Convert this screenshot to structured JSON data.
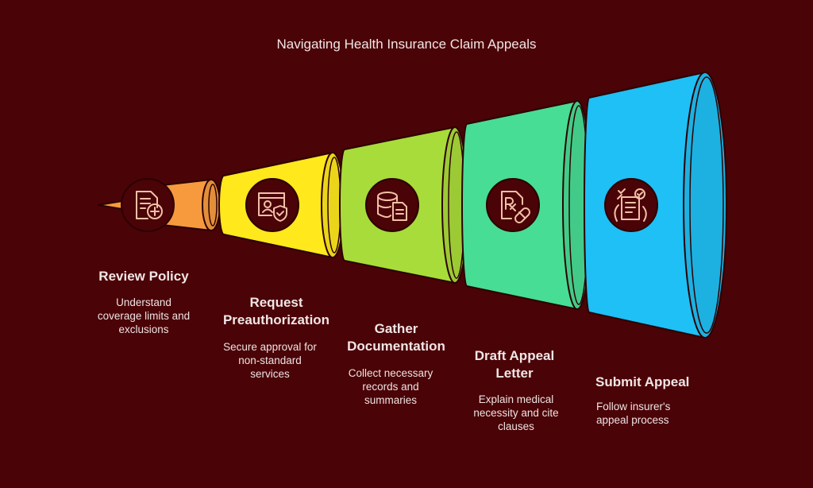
{
  "title": "Navigating Health Insurance Claim Appeals",
  "colors": {
    "background": "#4a0306",
    "outline": "#2b0204",
    "icon_disc": "#4a0306",
    "icon_stroke": "#f2c0a8"
  },
  "steps": [
    {
      "title_lines": [
        "Review Policy"
      ],
      "desc_lines": [
        "Understand",
        "coverage limits and",
        "exclusions"
      ],
      "color": "#f79a3e",
      "icon": "document-shield-icon"
    },
    {
      "title_lines": [
        "Request",
        "Preauthorization"
      ],
      "desc_lines": [
        "Secure approval for",
        "non-standard",
        "services"
      ],
      "color": "#ffe81c",
      "icon": "id-card-shield-icon"
    },
    {
      "title_lines": [
        "Gather",
        "Documentation"
      ],
      "desc_lines": [
        "Collect necessary",
        "records and",
        "summaries"
      ],
      "color": "#a8dc3a",
      "icon": "database-document-icon"
    },
    {
      "title_lines": [
        "Draft Appeal",
        "Letter"
      ],
      "desc_lines": [
        "Explain medical",
        "necessity and cite",
        "clauses"
      ],
      "color": "#48dd94",
      "icon": "prescription-pill-icon"
    },
    {
      "title_lines": [
        "Submit Appeal"
      ],
      "desc_lines": [
        "Follow insurer's",
        "appeal process"
      ],
      "color": "#1ec0f5",
      "icon": "checklist-hand-icon"
    }
  ]
}
